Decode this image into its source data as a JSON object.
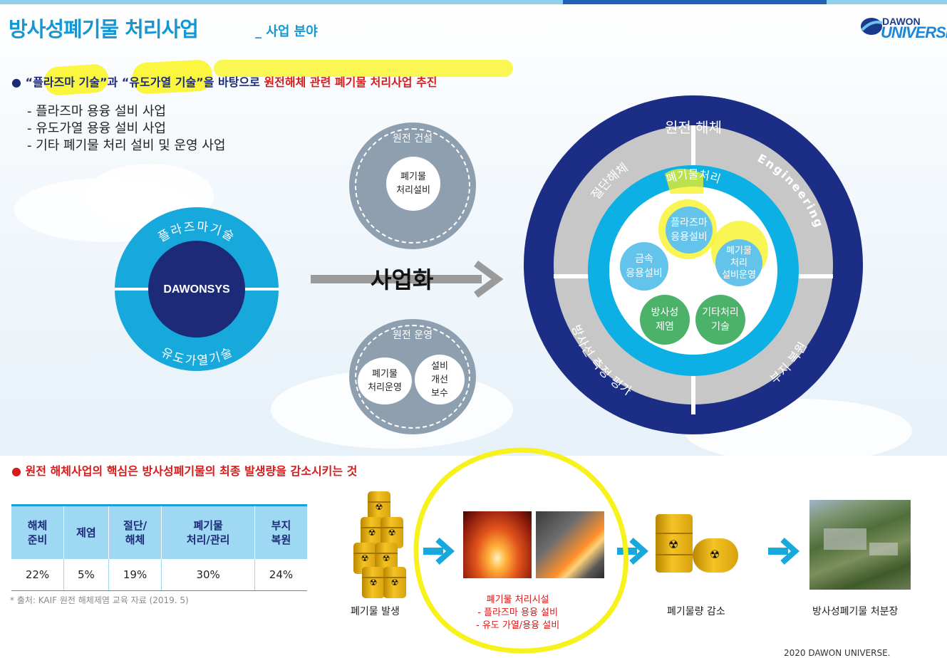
{
  "header": {
    "title": "방사성폐기물 처리사업",
    "subtitle": "_ 사업 분야",
    "logo_top": "DAWON",
    "logo_bottom": "UNIVERSE"
  },
  "intro": {
    "bullet_q1": "“플라즈마 기술”",
    "bullet_mid1": "과 ",
    "bullet_q2": "“유도가열 기술”",
    "bullet_mid2": "을 바탕으로 ",
    "bullet_red": "원전해체 관련 폐기물 처리사업 추진",
    "items": [
      "- 플라즈마 용융 설비 사업",
      "- 유도가열 용융 설비 사업",
      "- 기타 폐기물 처리 설비 및 운영 사업"
    ]
  },
  "core_tech": {
    "top_label": "플라즈마기술",
    "center": "DAWONSYS",
    "bottom_label": "유도가열기술"
  },
  "construction": {
    "title": "원전 건설",
    "item": "폐기물\n처리설비"
  },
  "operation": {
    "title": "원전 운영",
    "item1": "폐기물\n처리운영",
    "item2": "설비\n개선\n보수"
  },
  "arrow_label": "사업화",
  "decommission": {
    "title": "원전 해체",
    "q_top_left": "절단해체",
    "q_top_right": "Engineering",
    "q_bottom_left": "방사선 측정 평가",
    "q_bottom_right": "부지 복원",
    "ring_label": "폐기물처리",
    "bubbles": [
      "플라즈마\n응용설비",
      "폐기물\n처리\n설비운영",
      "금속\n응용설비",
      "방사성\n제염",
      "기타처리\n기술"
    ]
  },
  "section2": {
    "bullet": "원전 해체사업의 핵심은 방사성폐기물의 최종 발생량을 감소시키는 것",
    "table": {
      "headers": [
        "해체\n준비",
        "제염",
        "절단/\n해체",
        "폐기물\n처리/관리",
        "부지\n복원"
      ],
      "values": [
        "22%",
        "5%",
        "19%",
        "30%",
        "24%"
      ]
    },
    "source": "* 출처: KAIF 원전 해체제염 교육 자료 (2019. 5)"
  },
  "process": {
    "step1": "폐기물 발생",
    "step2_title": "폐기물 처리시설",
    "step2_line1": "- 플라즈마 용융 설비",
    "step2_line2": "- 유도 가열/용융 설비",
    "step3": "폐기물량 감소",
    "step4": "방사성폐기물 처분장"
  },
  "footer": "2020 DAWON UNIVERSE.",
  "colors": {
    "accent": "#1597d3",
    "navy": "#1c2a78",
    "cyan": "#00aee0",
    "red": "#d71a1a",
    "highlight": "#f7f21c"
  }
}
